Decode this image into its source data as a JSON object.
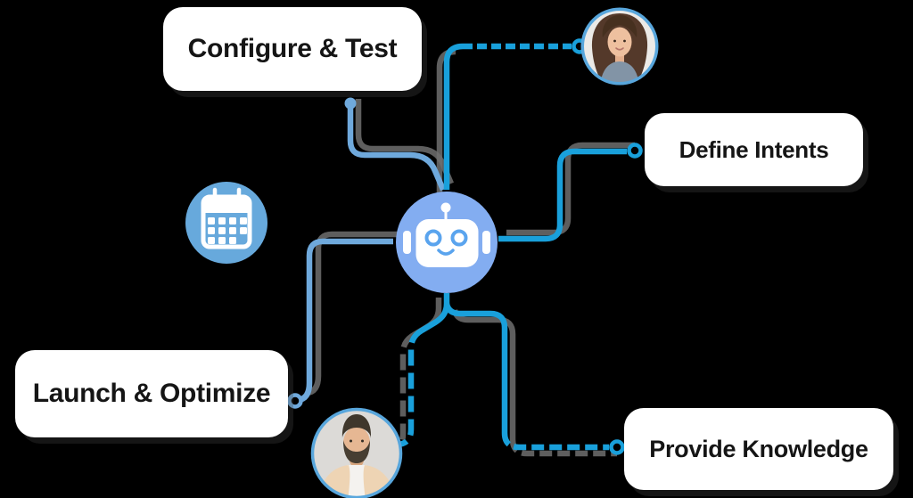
{
  "diagram": {
    "description": "Chatbot setup workflow diagram with central robot connected to four steps",
    "background_color": "#000000",
    "nodes": [
      {
        "id": "configure-test",
        "label": "Configure & Test",
        "position": "top-left"
      },
      {
        "id": "define-intents",
        "label": "Define Intents",
        "position": "right"
      },
      {
        "id": "launch-optimize",
        "label": "Launch & Optimize",
        "position": "bottom-left"
      },
      {
        "id": "provide-knowledge",
        "label": "Provide Knowledge",
        "position": "bottom-right"
      }
    ],
    "icons": [
      {
        "name": "robot-icon",
        "color": "#83ADF1",
        "detail": "#5AA4EE"
      },
      {
        "name": "calendar-icon",
        "color": "#67A9DC"
      },
      {
        "name": "female-user-avatar",
        "border": "#58A6DC"
      },
      {
        "name": "male-user-avatar",
        "border": "#58A6DC"
      }
    ],
    "colors": {
      "connector_primary": "#19A0DB",
      "connector_secondary": "#6FA9DC",
      "connector_shadow": "#6E6E6E",
      "node_background": "#FFFFFF",
      "node_text": "#151515"
    }
  }
}
